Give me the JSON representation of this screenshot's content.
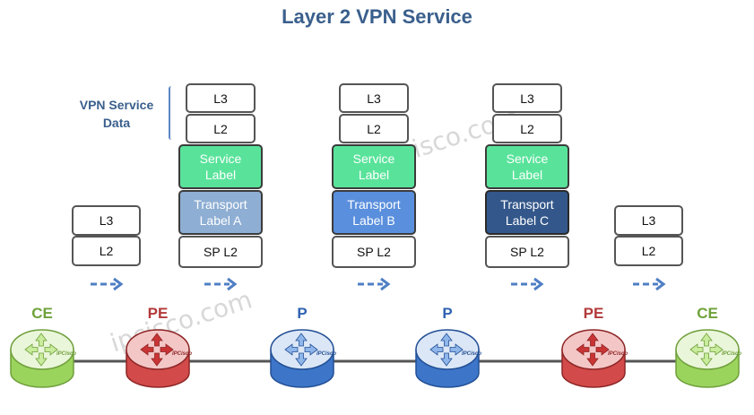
{
  "title": "Layer 2 VPN Service",
  "vpn_data_label": [
    "VPN Service",
    "Data"
  ],
  "watermark": "ipcisco.com",
  "stacks": [
    {
      "id": "ce1",
      "layers": [
        {
          "text": "L3"
        },
        {
          "text": "L2"
        }
      ]
    },
    {
      "id": "pe1",
      "layers": [
        {
          "text": "L3"
        },
        {
          "text": "L2"
        },
        {
          "text": "Service\nLabel",
          "style": "svc"
        },
        {
          "text": "Transport\nLabel A",
          "style": "tA"
        },
        {
          "text": "SP L2"
        }
      ]
    },
    {
      "id": "p1",
      "layers": [
        {
          "text": "L3"
        },
        {
          "text": "L2"
        },
        {
          "text": "Service\nLabel",
          "style": "svc"
        },
        {
          "text": "Transport\nLabel B",
          "style": "tB"
        },
        {
          "text": "SP L2"
        }
      ]
    },
    {
      "id": "p2",
      "layers": [
        {
          "text": "L3"
        },
        {
          "text": "L2"
        },
        {
          "text": "Service\nLabel",
          "style": "svc"
        },
        {
          "text": "Transport\nLabel C",
          "style": "tC"
        },
        {
          "text": "SP L2"
        }
      ]
    },
    {
      "id": "ce2",
      "layers": [
        {
          "text": "L3"
        },
        {
          "text": "L2"
        }
      ]
    }
  ],
  "devices": [
    {
      "label": "CE",
      "type": "ce",
      "color": "#6ea23a"
    },
    {
      "label": "PE",
      "type": "pe",
      "color": "#b33a3a"
    },
    {
      "label": "P",
      "type": "p",
      "color": "#2f62b0"
    },
    {
      "label": "P",
      "type": "p",
      "color": "#2f62b0"
    },
    {
      "label": "PE",
      "type": "pe",
      "color": "#b33a3a"
    },
    {
      "label": "CE",
      "type": "ce",
      "color": "#6ea23a"
    }
  ],
  "router_brand": "IPCisco",
  "colors": {
    "ce": "#9bd45d",
    "pe": "#d24a4a",
    "p": "#3d76c8",
    "arrow": "#4f7fc4",
    "link": "#555555"
  }
}
